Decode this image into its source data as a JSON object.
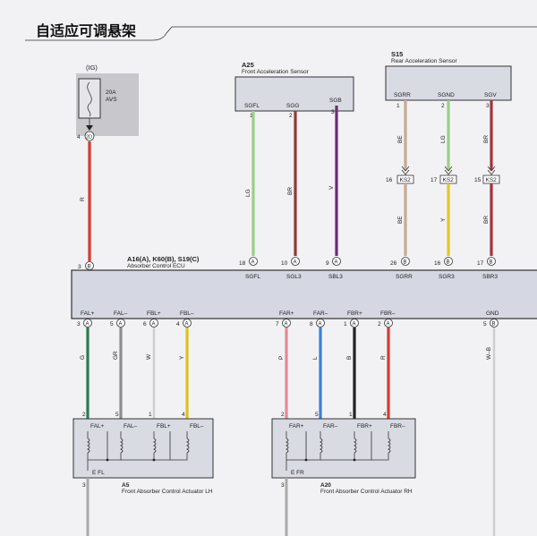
{
  "page": {
    "title": "自适应可调悬架"
  },
  "fuse": {
    "ig": "(IG)",
    "rating": "20A",
    "name": "AVS",
    "pin": "4",
    "connector": "2D"
  },
  "ecu": {
    "codes": "A16(A), K60(B), S19(C)",
    "name": "Absorber Control ECU",
    "power": {
      "pin": "3",
      "conn": "B",
      "name": "B",
      "wire": "R"
    },
    "top_pins": [
      {
        "pin": "18",
        "conn": "A",
        "name": "SGFL"
      },
      {
        "pin": "10",
        "conn": "A",
        "name": "SGL3"
      },
      {
        "pin": "9",
        "conn": "A",
        "name": "SBL3"
      },
      {
        "pin": "26",
        "conn": "B",
        "name": "SGRR"
      },
      {
        "pin": "16",
        "conn": "B",
        "name": "SGR3"
      },
      {
        "pin": "17",
        "conn": "B",
        "name": "SBR3"
      }
    ],
    "bottom_pins": [
      {
        "pin": "3",
        "conn": "A",
        "name": "FAL+",
        "wire": "G",
        "color": "#2e7a52"
      },
      {
        "pin": "5",
        "conn": "A",
        "name": "FAL–",
        "wire": "GR",
        "color": "#8d8d8d"
      },
      {
        "pin": "6",
        "conn": "A",
        "name": "FBL+",
        "wire": "W",
        "color": "#e4e4e4"
      },
      {
        "pin": "4",
        "conn": "A",
        "name": "FBL–",
        "wire": "Y",
        "color": "#e0c020"
      },
      {
        "pin": "7",
        "conn": "A",
        "name": "FAR+",
        "wire": "P",
        "color": "#e08a9a"
      },
      {
        "pin": "8",
        "conn": "A",
        "name": "FAR–",
        "wire": "L",
        "color": "#3a7ee0"
      },
      {
        "pin": "1",
        "conn": "A",
        "name": "FBR+",
        "wire": "B",
        "color": "#222222"
      },
      {
        "pin": "2",
        "conn": "A",
        "name": "FBR–",
        "wire": "R",
        "color": "#d63a32"
      },
      {
        "pin": "5",
        "conn": "B",
        "name": "GND",
        "wire": "W–B",
        "color": "#e4e4e4"
      }
    ]
  },
  "front_sensor": {
    "code": "A25",
    "name": "Front Acceleration Sensor",
    "pins": [
      {
        "pin": "1",
        "name": "SGFL",
        "wire": "LG",
        "color": "#9bcf88"
      },
      {
        "pin": "2",
        "name": "SGG",
        "wire": "BR",
        "color": "#8e3a3a"
      },
      {
        "pin": "3",
        "name": "SGB",
        "wire": "V",
        "color": "#6a2f6e"
      }
    ]
  },
  "rear_sensor": {
    "code": "S15",
    "name": "Rear Acceleration Sensor",
    "pins": [
      {
        "pin": "1",
        "name": "SGRR",
        "wire": "BE",
        "color": "#c4aa98"
      },
      {
        "pin": "2",
        "name": "SGND",
        "wire": "LG",
        "color": "#9bcf88"
      },
      {
        "pin": "3",
        "name": "SGV",
        "wire": "BR",
        "color": "#a3343a"
      }
    ],
    "junctions": [
      {
        "pin": "16",
        "label": "KS2",
        "wire_below": "BE",
        "color_below": "#c4aa98"
      },
      {
        "pin": "17",
        "label": "KS2",
        "wire_below": "Y",
        "color_below": "#e3c52a"
      },
      {
        "pin": "15",
        "label": "KS2",
        "wire_below": "BR",
        "color_below": "#a3343a"
      }
    ]
  },
  "actuator_lh": {
    "code": "A5",
    "name": "Front Absorber Control Actuator LH",
    "ground": "E FL",
    "ground_pin": "3",
    "pins": [
      {
        "pin": "2",
        "name": "FAL+"
      },
      {
        "pin": "5",
        "name": "FAL–"
      },
      {
        "pin": "1",
        "name": "FBL+"
      },
      {
        "pin": "4",
        "name": "FBL–"
      }
    ]
  },
  "actuator_rh": {
    "code": "A20",
    "name": "Front Absorber Control Actuator RH",
    "ground": "E FR",
    "ground_pin": "3",
    "pins": [
      {
        "pin": "2",
        "name": "FAR+"
      },
      {
        "pin": "5",
        "name": "FAR–"
      },
      {
        "pin": "1",
        "name": "FBR+"
      },
      {
        "pin": "4",
        "name": "FBR–"
      }
    ]
  }
}
